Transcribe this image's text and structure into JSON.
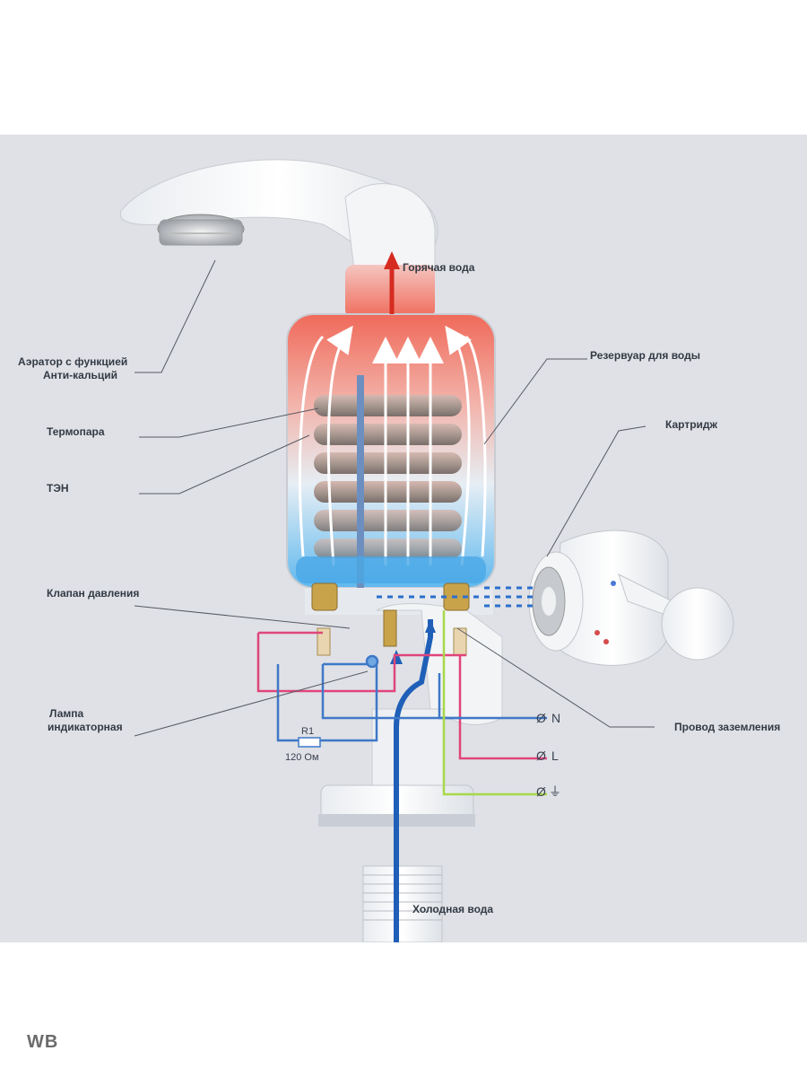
{
  "labels": {
    "hot_water": "Горячая вода",
    "aerator_line1": "Аэратор с функцией",
    "aerator_line2": "Анти-кальций",
    "reservoir": "Резервуар для воды",
    "thermocouple": "Термопара",
    "heater": "ТЭН",
    "cartridge": "Картридж",
    "pressure_valve": "Клапан давления",
    "lamp_line1": "Лампа",
    "lamp_line2": "индикаторная",
    "ground_wire": "Провод заземления",
    "cold_water": "Холодная вода",
    "resistor_name": "R1",
    "resistor_value": "120 Ом"
  },
  "terminals": {
    "neutral": "N",
    "line": "L",
    "ground_symbol": "⏚",
    "prefix": "Ø"
  },
  "footer": {
    "brand": "WB"
  },
  "colors": {
    "background": "#dfe1e6",
    "hot": "#e8453a",
    "cold": "#2f7fd0",
    "wire_pink": "#e0457a",
    "wire_blue": "#3f78c8",
    "wire_green": "#a8d84a"
  }
}
